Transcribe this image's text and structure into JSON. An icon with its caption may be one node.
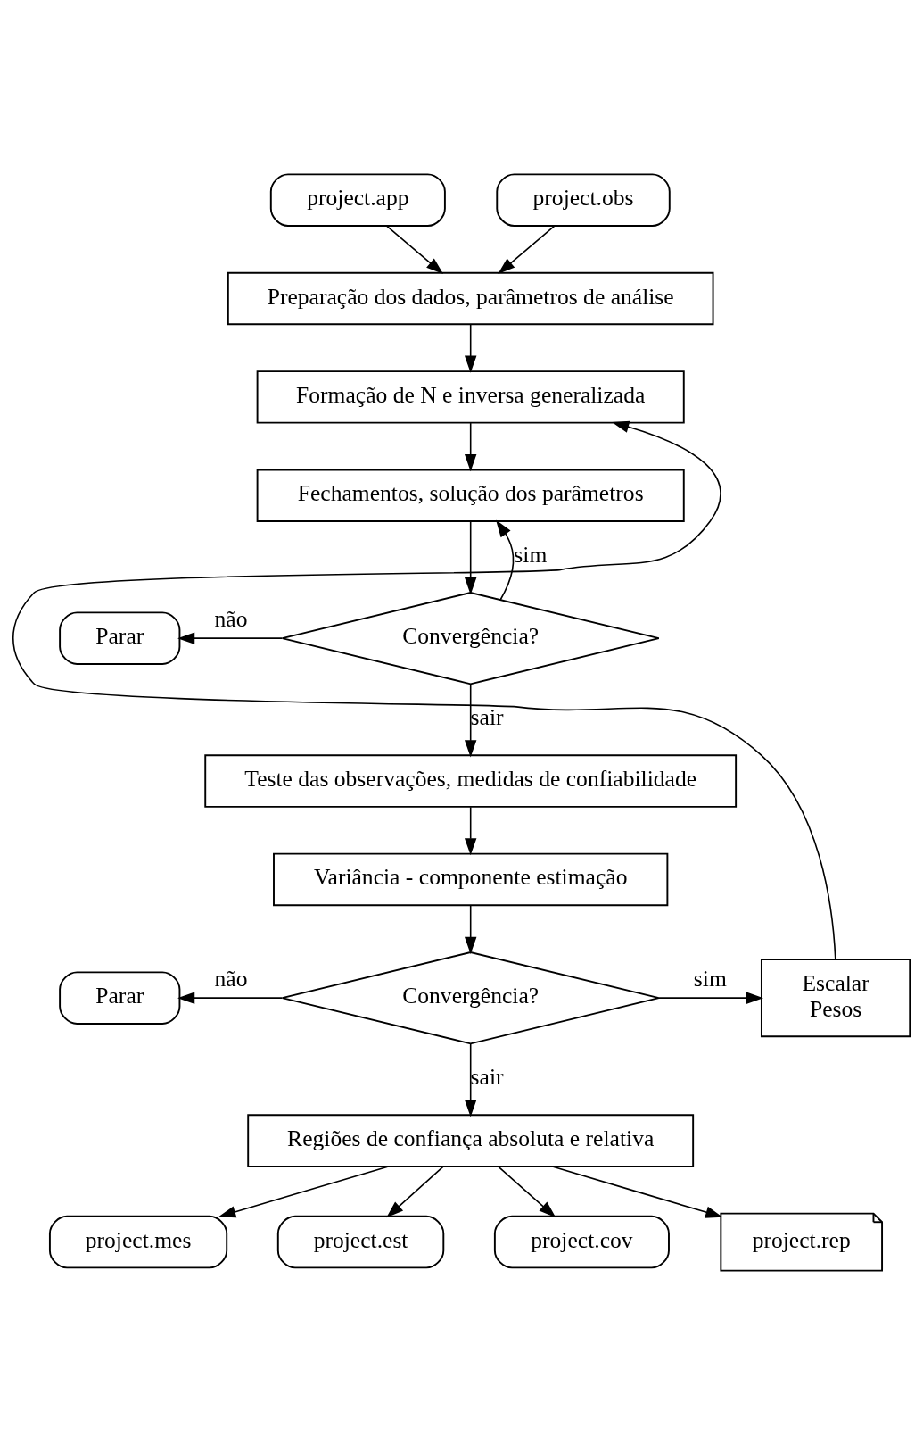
{
  "diagram": {
    "nodes": [
      {
        "text": [
          "project.app"
        ]
      },
      {
        "text": [
          "project.obs"
        ]
      },
      {
        "text": [
          "Preparação dos dados, parâmetros de análise"
        ]
      },
      {
        "text": [
          "Formação de N e inversa generalizada"
        ]
      },
      {
        "text": [
          "Fechamentos, solução dos parâmetros"
        ]
      },
      {
        "text": [
          "Convergência?"
        ]
      },
      {
        "text": [
          "Parar"
        ]
      },
      {
        "text": [
          "Teste das observações, medidas de confiabilidade"
        ]
      },
      {
        "text": [
          "Variância - componente estimação"
        ]
      },
      {
        "text": [
          "Convergência?"
        ]
      },
      {
        "text": [
          "Parar"
        ]
      },
      {
        "text": [
          "Escalar Pesos"
        ]
      },
      {
        "text": [
          "Regiões de confiança absoluta e relativa"
        ]
      },
      {
        "text": [
          "project.mes"
        ]
      },
      {
        "text": [
          "project.est"
        ]
      },
      {
        "text": [
          "project.cov"
        ]
      },
      {
        "text": [
          "project.rep"
        ]
      }
    ],
    "edges": [
      {
        "from": 0,
        "to": 2,
        "arrow": "to"
      },
      {
        "from": 1,
        "to": 2,
        "arrow": "to"
      },
      {
        "from": 2,
        "to": 3,
        "arrow": "to"
      },
      {
        "from": 3,
        "to": 4,
        "arrow": "to"
      },
      {
        "from": 4,
        "to": 5,
        "arrow": "to"
      },
      {
        "from": 5,
        "to": 6,
        "arrow": "to",
        "label": "não"
      },
      {
        "from": 5,
        "to": 4,
        "arrow": "to",
        "label": "sim"
      },
      {
        "from": 5,
        "to": 7,
        "arrow": "to",
        "label": "sair"
      },
      {
        "from": 7,
        "to": 8,
        "arrow": "to"
      },
      {
        "from": 8,
        "to": 9,
        "arrow": "to"
      },
      {
        "from": 9,
        "to": 10,
        "arrow": "to",
        "label": "não"
      },
      {
        "from": 9,
        "to": 11,
        "arrow": "to",
        "label": "sim"
      },
      {
        "from": 11,
        "to": 3,
        "arrow": "to"
      },
      {
        "from": 9,
        "to": 12,
        "arrow": "to",
        "label": "sair"
      },
      {
        "from": 12,
        "to": 13,
        "arrow": "to"
      },
      {
        "from": 12,
        "to": 14,
        "arrow": "to"
      },
      {
        "from": 12,
        "to": 15,
        "arrow": "to"
      },
      {
        "from": 12,
        "to": 16,
        "arrow": "to"
      }
    ]
  }
}
